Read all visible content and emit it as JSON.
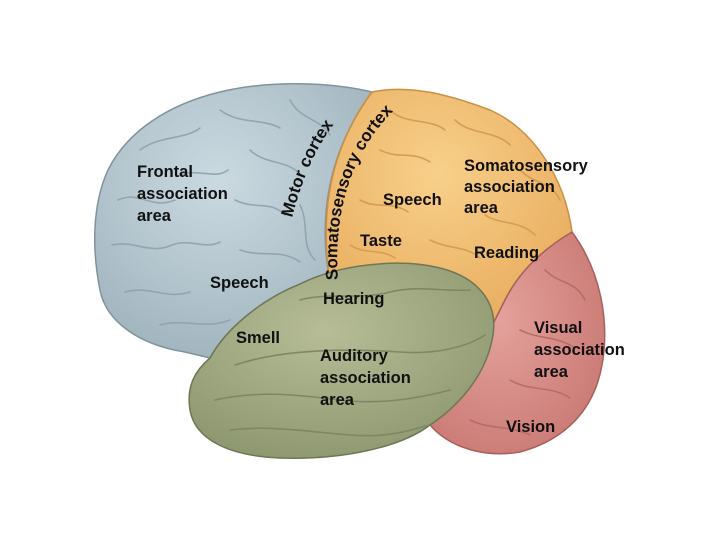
{
  "colors": {
    "frontal": "#b6c7cf",
    "parietal": "#f2c27a",
    "occipital": "#d98a86",
    "temporal": "#a3ab84",
    "background": "#ffffff",
    "text": "#111111"
  },
  "labels": {
    "frontal_1": "Frontal",
    "frontal_2": "association",
    "frontal_3": "area",
    "motor_cortex": "Motor cortex",
    "somatosensory_cortex": "Somatosensory cortex",
    "speech_parietal": "Speech",
    "taste": "Taste",
    "somato_assoc_1": "Somatosensory",
    "somato_assoc_2": "association",
    "somato_assoc_3": "area",
    "reading": "Reading",
    "speech_frontal": "Speech",
    "hearing": "Hearing",
    "smell": "Smell",
    "auditory_1": "Auditory",
    "auditory_2": "association",
    "auditory_3": "area",
    "visual_1": "Visual",
    "visual_2": "association",
    "visual_3": "area",
    "vision": "Vision"
  }
}
